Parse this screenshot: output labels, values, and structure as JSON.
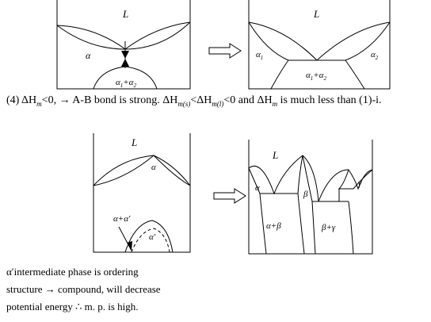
{
  "diagram_top_left": {
    "L": "L",
    "alpha": "α",
    "alpha_mix": "α",
    "alpha_mix_sub1": "1",
    "alpha_mix_plus": "+α",
    "alpha_mix_sub2": "2"
  },
  "diagram_top_right": {
    "L": "L",
    "alpha1": "α",
    "alpha1_sub": "1",
    "alpha2": "α",
    "alpha2_sub": "2",
    "alpha_mix": "α",
    "alpha_mix_sub1": "1",
    "alpha_mix_plus": "+α",
    "alpha_mix_sub2": "2"
  },
  "middle_text": {
    "prefix": "(4) ΔH",
    "sub_m": "m",
    "p1": "<0, → A-B bond is strong. ΔH",
    "sub_ms": "m(s)",
    "p2": "<ΔH",
    "sub_ml": "m(l)",
    "p3": "<0 and ΔH",
    "sub_m2": "m",
    "p4": " is much less than (1)-i."
  },
  "diagram_bottom_left": {
    "L": "L",
    "alpha": "α",
    "alpha_plus_alpha_prime": "α+α′",
    "alpha_prime": "α′"
  },
  "diagram_bottom_right": {
    "L": "L",
    "alpha": "α",
    "beta": "β",
    "gamma": "γ",
    "alpha_beta": "α+β",
    "beta_gamma": "β+γ"
  },
  "note_lines": [
    "α′intermediate phase is ordering",
    "structure → compound, will decrease",
    "potential energy ∴ m. p. is high."
  ],
  "arrow_icon": "hollow-right-arrow"
}
